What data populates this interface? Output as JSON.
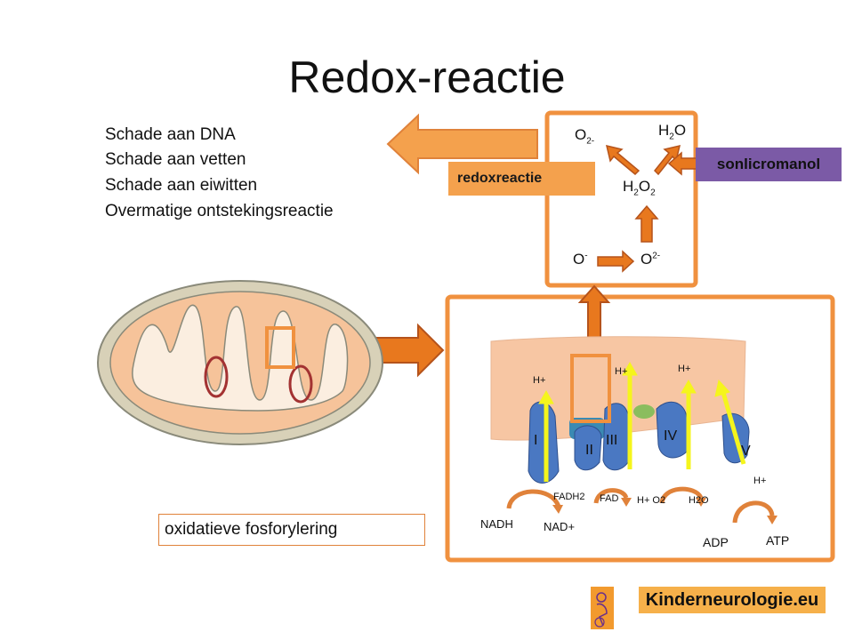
{
  "title": "Redox-reactie",
  "consequences": [
    "Schade aan DNA",
    "Schade aan vetten",
    "Schade aan eiwitten",
    "Overmatige ontstekingsreactie"
  ],
  "process_label": "oxidatieve fosforylering",
  "redox_label": "redoxreactie",
  "drug_label": "sonlicromanol",
  "species": {
    "o2_top": "O",
    "o2_top_sub": "2-",
    "h2o_top_a": "H",
    "h2o_top_b": "2",
    "h2o_top_c": "O",
    "h2o2_a": "H",
    "h2o2_b": "2",
    "h2o2_c": "O",
    "h2o2_d": "2",
    "o_minus": "O",
    "o_minus_sup": "-",
    "o_2minus": "O",
    "o_2minus_sup": "2-"
  },
  "chain": {
    "complexes": [
      "I",
      "II",
      "III",
      "IV",
      "V"
    ],
    "protons": [
      "H+",
      "H+",
      "H+",
      "H+"
    ],
    "nadh": "NADH",
    "nad": "NAD+",
    "fadh2": "FADH2",
    "fad": "FAD",
    "h_o2": "H+ O2",
    "h2o": "H2O",
    "adp": "ADP",
    "atp": "ATP"
  },
  "logo_text": "Kinderneurologie.eu",
  "colors": {
    "orange": "#f4a14d",
    "orange_border": "#e0823a",
    "purple": "#7b5aa6",
    "membrane": "#f7c6a3",
    "complex_blue": "#4a78c2",
    "proton_arrow": "#f5f51c"
  }
}
